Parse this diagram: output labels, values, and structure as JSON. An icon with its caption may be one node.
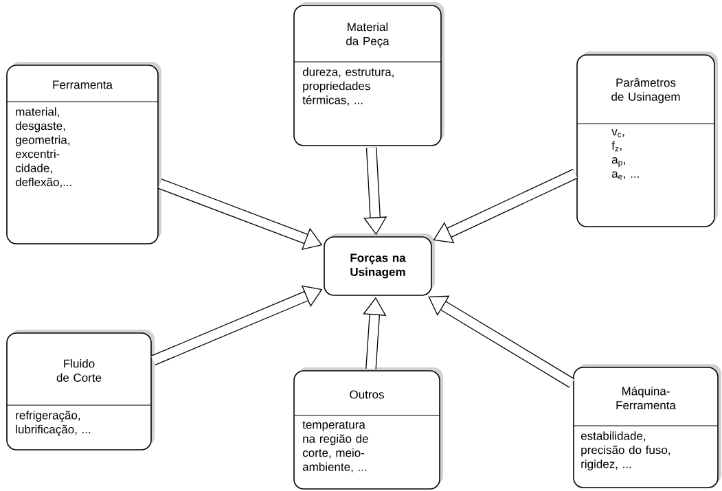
{
  "diagram": {
    "nodes": [
      {
        "text": [
          "Material da Peça",
          "dureza, estrutura, propriedades térmicas, ..."
        ]
      },
      {
        "text": [
          "Ferramenta",
          "material, desgaste, geometria, excentri-cidade, deflexão,..."
        ]
      },
      {
        "text": [
          "Parâmetros de Usinagem",
          "v$_{c}$,",
          "f$_{z}$,",
          "a$_{p}$,",
          "a$_{e}$, ..."
        ]
      },
      {
        "text": [
          "Forças na Usinagem"
        ]
      },
      {
        "text": [
          "Fluido de Corte",
          "refrigeração, lubrificação, ..."
        ]
      },
      {
        "text": [
          "Outros",
          "temperatura na região de corte, meio-ambiente, ..."
        ]
      },
      {
        "text": [
          "Máquina-Ferramenta",
          "estabilidade, precisão do fuso, rigidez, ..."
        ]
      }
    ],
    "edges": [
      {
        "from": 0,
        "to": 3,
        "arrow": "to"
      },
      {
        "from": 1,
        "to": 3,
        "arrow": "to"
      },
      {
        "from": 2,
        "to": 3,
        "arrow": "to"
      },
      {
        "from": 4,
        "to": 3,
        "arrow": "to"
      },
      {
        "from": 5,
        "to": 3,
        "arrow": "to"
      },
      {
        "from": 6,
        "to": 3,
        "arrow": "to"
      }
    ]
  }
}
